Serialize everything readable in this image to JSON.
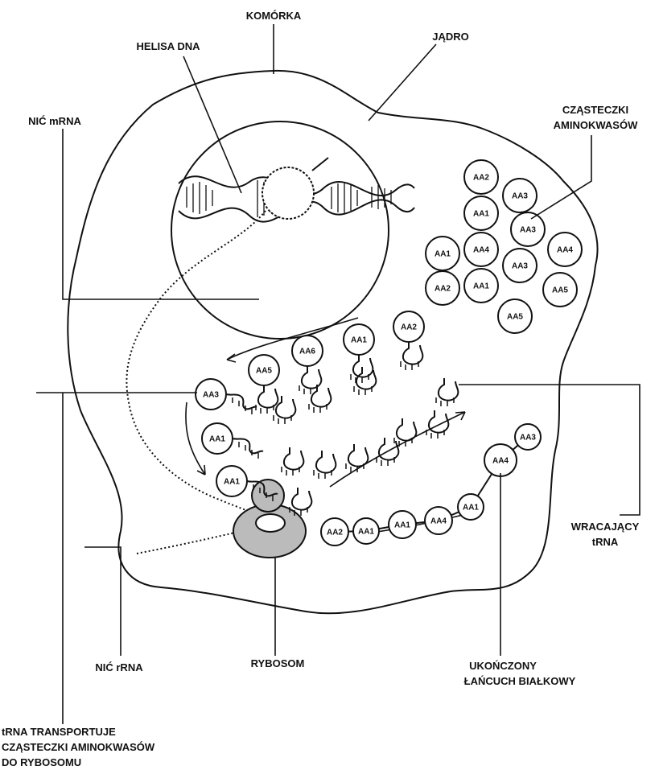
{
  "labels": {
    "komorka": "KOMÓRKA",
    "helisa": "HELISA DNA",
    "jadro": "JĄDRO",
    "mrna": "NIĆ mRNA",
    "aminokwasy_1": "CZĄSTECZKI",
    "aminokwasy_2": "AMINOKWASÓW",
    "wracajacy_1": "WRACAJĄCY",
    "wracajacy_2": "tRNA",
    "rrna": "NIĆ rRNA",
    "rybosom": "RYBOSOM",
    "lancuch_1": "UKOŃCZONY",
    "lancuch_2": "ŁAŃCUCH BIAŁKOWY",
    "transport_1": "tRNA TRANSPORTUJE",
    "transport_2": "CZĄSTECZKI AMINOKWASÓW",
    "transport_3": "DO RYBOSOMU"
  },
  "free_amino_acids": [
    "AA2",
    "AA3",
    "AA1",
    "AA3",
    "AA1",
    "AA4",
    "AA4",
    "AA3",
    "AA2",
    "AA1",
    "AA5",
    "AA5"
  ],
  "trna_carriers": [
    "AA2",
    "AA1",
    "AA6",
    "AA5",
    "AA3",
    "AA1",
    "AA1"
  ],
  "protein_chain": [
    "AA2",
    "AA1",
    "AA1",
    "AA4",
    "AA1",
    "AA4",
    "AA3"
  ],
  "colors": {
    "ink": "#111111",
    "background": "#ffffff"
  }
}
